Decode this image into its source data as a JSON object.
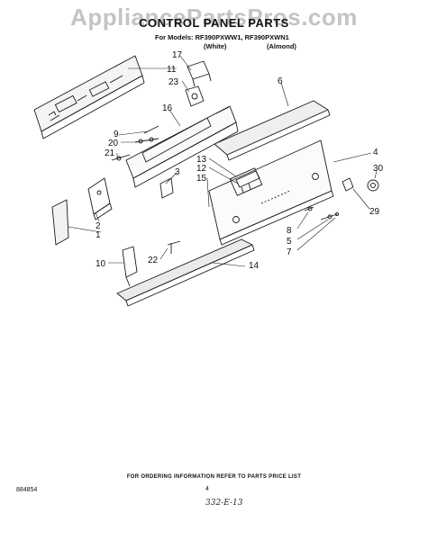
{
  "watermark": "AppliancePartsPros.com",
  "header": {
    "title": "CONTROL PANEL PARTS",
    "models": "For Models: RF390PXWW1, RF390PXWN1",
    "variant_white": "(White)",
    "variant_almond": "(Almond)"
  },
  "callouts": [
    "17",
    "11",
    "23",
    "6",
    "16",
    "9",
    "20",
    "21",
    "3",
    "13",
    "12",
    "15",
    "4",
    "30",
    "29",
    "2",
    "1",
    "8",
    "5",
    "7",
    "22",
    "10",
    "14"
  ],
  "footer": {
    "note": "FOR ORDERING INFORMATION REFER TO PARTS PRICE LIST",
    "page": "4",
    "doc_number": "884854",
    "handwritten": "332-E-13"
  }
}
